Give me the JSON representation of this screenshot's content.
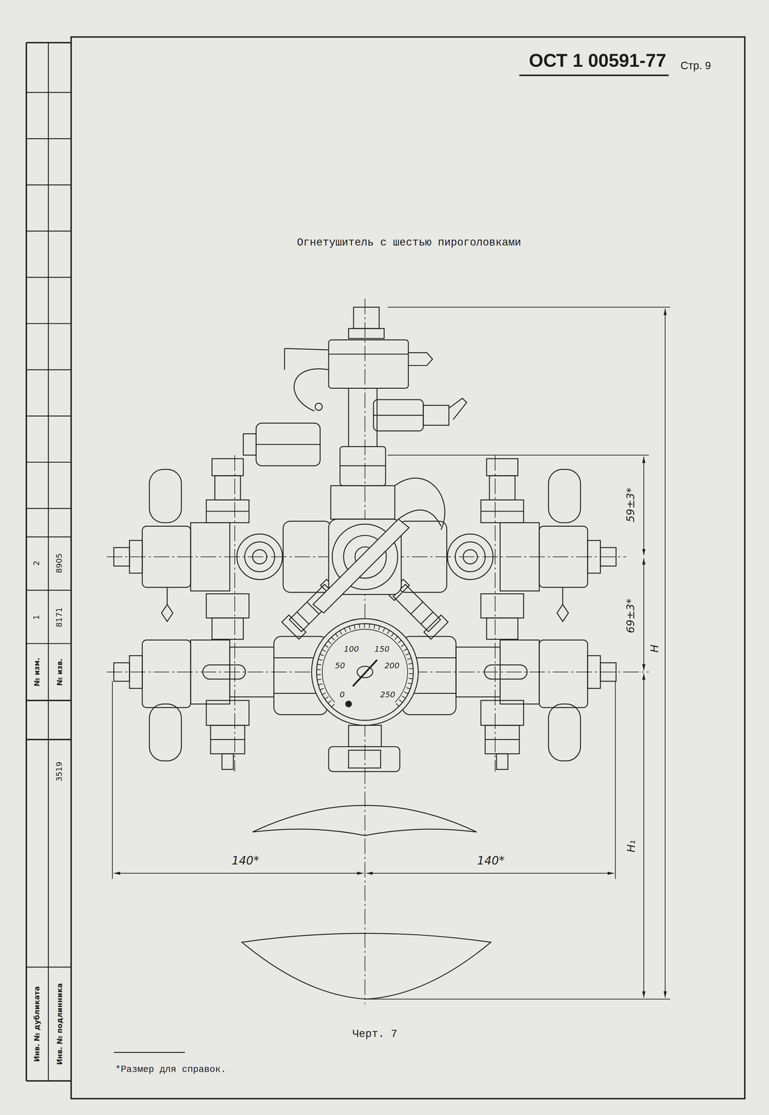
{
  "diagram": {
    "title": "Огнетушитель с шестью пироголовками",
    "caption": "Черт. 7",
    "labels": [
      "ОСТ 1 00591-77",
      "Стр. 9",
      "59±3*",
      "69±3*",
      "H",
      "H₁",
      "140*",
      "140*",
      "100",
      "150",
      "50",
      "200",
      "0",
      "250",
      "*Размер для справок.",
      "№ изм.",
      "1",
      "2",
      "№ изв.",
      "8171",
      "8905",
      "3519",
      "Инв. № дубликата",
      "Инв. № подлинника"
    ]
  }
}
